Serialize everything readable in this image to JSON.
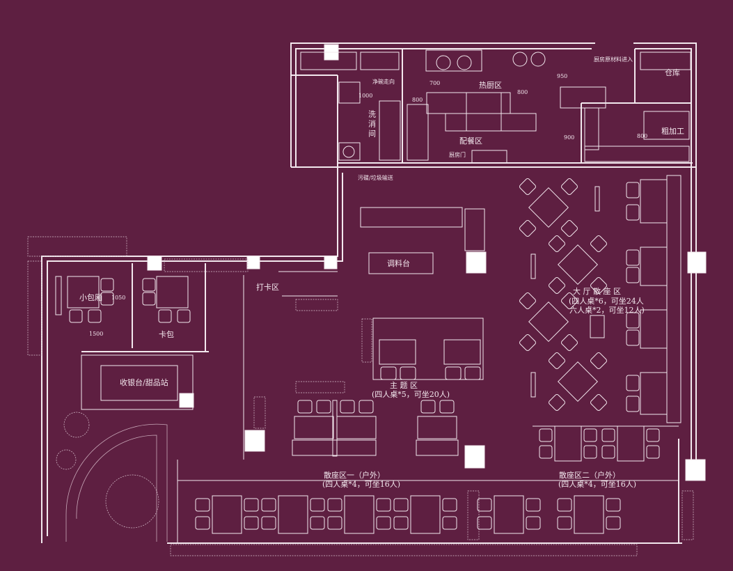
{
  "labels": {
    "kitchen_entrance": "厨房原材料进入",
    "storage": "仓库",
    "clean_dish_direction": "净碗走向",
    "hot_kitchen": "热厨区",
    "washing_room": "洗消间",
    "rough_processing": "粗加工",
    "serving_area": "配餐区",
    "kitchen_door": "厨房门",
    "dirty_dish_exit": "污碟/垃圾输送",
    "seasoning_station": "调料台",
    "checkin_area": "打卡区",
    "small_private_room": "小包厢",
    "booth": "卡包",
    "cashier_dessert": "收银台/甜品站",
    "theme_area": "主 题 区",
    "theme_area_detail": "(四人桌*5，可坐20人)",
    "hall_area": "大 厅 散 座 区",
    "hall_area_detail_1": "(四人桌*6，可坐24人",
    "hall_area_detail_2": "六人桌*2，可坐12人)",
    "outdoor_1": "散座区一（户外）",
    "outdoor_1_detail": "(四人桌*4，可坐16人)",
    "outdoor_2": "散座区二（户外）",
    "outdoor_2_detail": "(四人桌*4，可坐16人)"
  },
  "dimensions": {
    "d1000": "1000",
    "d800a": "800",
    "d700": "700",
    "d800b": "800",
    "d950": "950",
    "d900": "900",
    "d800c": "800",
    "d1050": "1050",
    "d1500": "1500"
  },
  "colors": {
    "background": "#5e1f41",
    "lines": "#f3e8ee"
  }
}
